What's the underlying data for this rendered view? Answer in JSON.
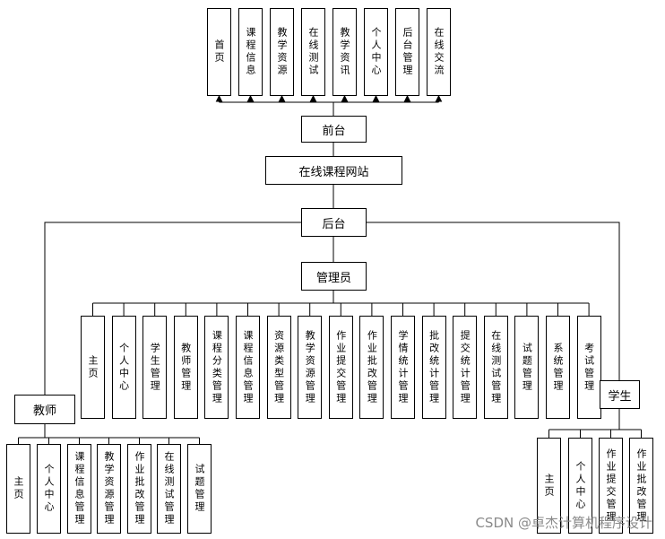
{
  "site": {
    "label": "在线课程网站"
  },
  "front": {
    "label": "前台",
    "items": [
      "首页",
      "课程信息",
      "教学资源",
      "在线测试",
      "教学资讯",
      "个人中心",
      "后台管理",
      "在线交流"
    ]
  },
  "backend": {
    "label": "后台"
  },
  "admin": {
    "label": "管理员",
    "items": [
      "主页",
      "个人中心",
      "学生管理",
      "教师管理",
      "课程分类管理",
      "课程信息管理",
      "资源类型管理",
      "教学资源管理",
      "作业提交管理",
      "作业批改管理",
      "学情统计管理",
      "批改统计管理",
      "提交统计管理",
      "在线测试管理",
      "试题管理",
      "系统管理",
      "考试管理"
    ]
  },
  "teacher": {
    "label": "教师",
    "items": [
      "主页",
      "个人中心",
      "课程信息管理",
      "教学资源管理",
      "作业批改管理",
      "在线测试管理",
      "试题管理"
    ]
  },
  "student": {
    "label": "学生",
    "items": [
      "主页",
      "个人中心",
      "作业提交管理",
      "作业批改管理"
    ]
  },
  "watermark": "CSDN @卓杰计算机程序设计"
}
